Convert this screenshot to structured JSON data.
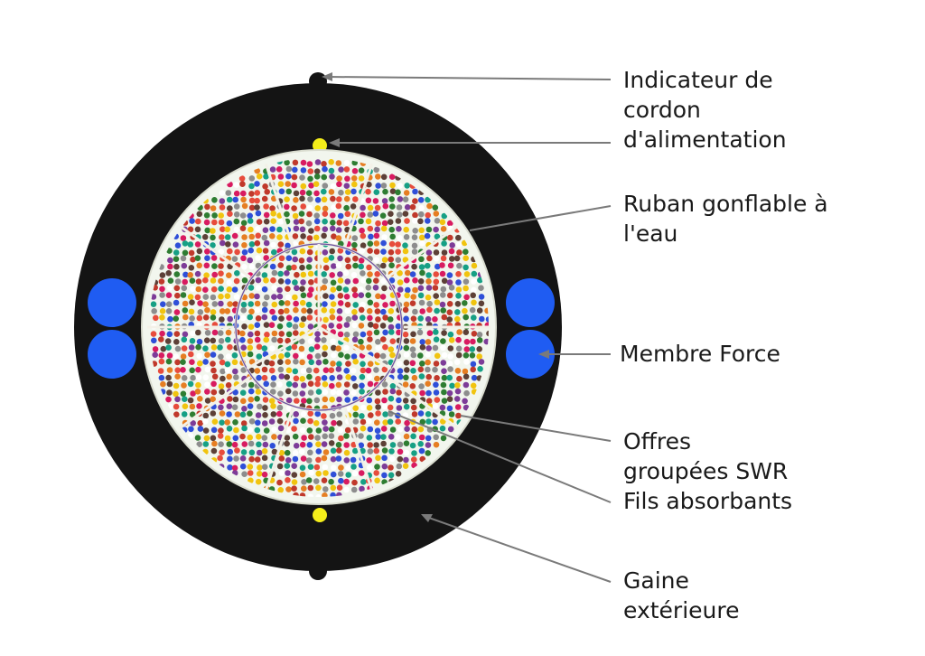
{
  "labels": {
    "power_cord_indicator": [
      "Indicateur de",
      "cordon",
      "d'alimentation"
    ],
    "water_swellable_tape": [
      "Ruban gonflable à",
      "l'eau"
    ],
    "strength_member": [
      "Membre Force"
    ],
    "bundled_fibers": [
      "Offres",
      "groupées SWR"
    ],
    "absorbent_yarns": [
      "Fils absorbants"
    ],
    "outer_sheath": [
      "Gaine",
      "extérieure"
    ]
  },
  "colors": {
    "sheath": "#141414",
    "strength_member": "#1f5cf2",
    "indicator": "#f5ee1a",
    "tape": "#f2f6ee",
    "leader": "#7a7a7a",
    "fibers": [
      "#c0392b",
      "#2e7d32",
      "#2f4fd8",
      "#f1c40f",
      "#7d3c98",
      "#e67e22",
      "#8d8d8d",
      "#16a085",
      "#d81b60",
      "#5d4037",
      "#ffffff",
      "#e74c3c"
    ]
  },
  "icons": {
    "sheath": "cable-sheath-shape",
    "strength": "blue-rod-circle",
    "indicator": "yellow-dot"
  }
}
